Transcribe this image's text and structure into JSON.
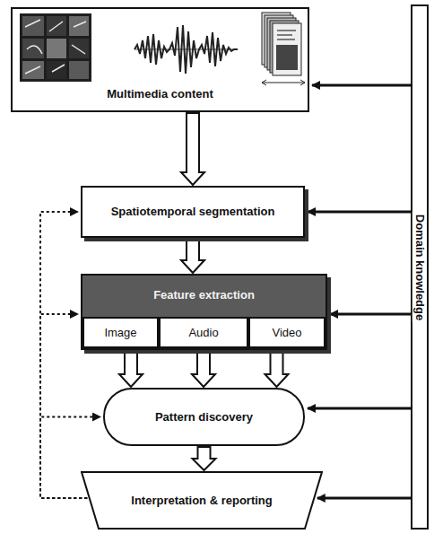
{
  "diagram": {
    "nodes": [
      {
        "text": [
          "Multimedia content"
        ]
      },
      {
        "text": [
          "Spatiotemporal segmentation"
        ]
      },
      {
        "text": [
          "Feature extraction"
        ]
      },
      {
        "text": [
          "Image"
        ],
        "in": 2
      },
      {
        "text": [
          "Audio"
        ],
        "in": 2
      },
      {
        "text": [
          "Video"
        ],
        "in": 2
      },
      {
        "text": [
          "Pattern discovery"
        ]
      },
      {
        "text": [
          "Interpretation & reporting"
        ]
      },
      {
        "text": [
          "Domain knowledge"
        ]
      }
    ],
    "edges": [
      {
        "from": 0,
        "to": 1,
        "arrow": "to"
      },
      {
        "from": 1,
        "to": 2,
        "arrow": "to"
      },
      {
        "from": 3,
        "to": 6,
        "arrow": "to"
      },
      {
        "from": 4,
        "to": 6,
        "arrow": "to"
      },
      {
        "from": 5,
        "to": 6,
        "arrow": "to"
      },
      {
        "from": 6,
        "to": 7,
        "arrow": "to"
      },
      {
        "from": 8,
        "to": 0,
        "arrow": "to"
      },
      {
        "from": 8,
        "to": 1,
        "arrow": "to"
      },
      {
        "from": 8,
        "to": 2,
        "arrow": "to"
      },
      {
        "from": 8,
        "to": 6,
        "arrow": "to"
      },
      {
        "from": 8,
        "to": 7,
        "arrow": "to"
      },
      {
        "from": 7,
        "to": 1,
        "arrow": "to"
      },
      {
        "from": 7,
        "to": 2,
        "arrow": "to"
      },
      {
        "from": 7,
        "to": 6,
        "arrow": "to"
      }
    ]
  }
}
